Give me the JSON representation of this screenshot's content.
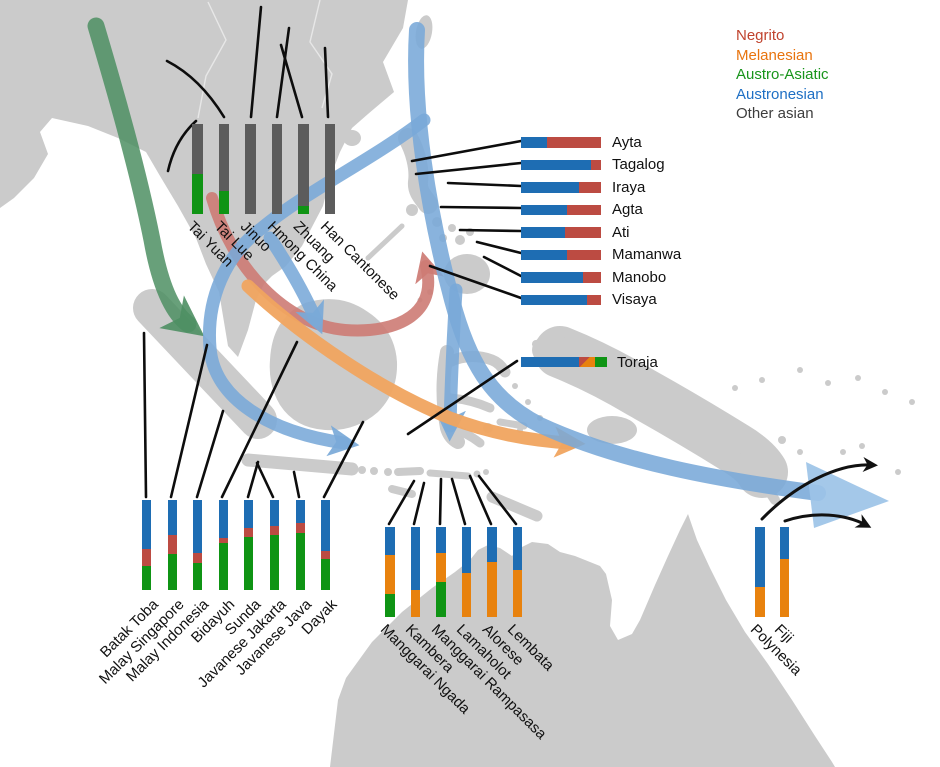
{
  "legend": {
    "items": [
      {
        "label": "Negrito",
        "color": "#c0432e"
      },
      {
        "label": "Melanesian",
        "color": "#e8740e"
      },
      {
        "label": "Austro-Asiatic",
        "color": "#18941b"
      },
      {
        "label": "Austronesian",
        "color": "#1e6fc4"
      },
      {
        "label": "Other asian",
        "color": "#3d3d3d"
      }
    ]
  },
  "palette": {
    "negrito": "#bc4b42",
    "melanesian": "#e8820e",
    "austroasiatic": "#0f9414",
    "austronesian": "#1e6db3",
    "other": "#5c5c5c"
  },
  "arrows": {
    "austroasiatic_expansion": "green migration arrow (mainland SE Asia to Sumatra)",
    "austronesian_expansion": "blue migration arrows (Taiwan through Philippines / Indonesia to Pacific)",
    "negrito_flow": "red migration arrow (toward Philippines)",
    "melanesian_flow": "orange migration arrow (toward New Guinea)",
    "onward_pacific": "black arrows (Fiji / Polynesia onward)"
  },
  "groups": {
    "china": {
      "bars": [
        {
          "name": "Tai Yuan",
          "segments": [
            [
              "other",
              55
            ],
            [
              "austroasiatic",
              45
            ]
          ]
        },
        {
          "name": "Tai Lue",
          "segments": [
            [
              "other",
              74
            ],
            [
              "austroasiatic",
              26
            ]
          ]
        },
        {
          "name": "Jinuo",
          "segments": [
            [
              "other",
              100
            ]
          ]
        },
        {
          "name": "Hmong China",
          "segments": [
            [
              "other",
              100
            ]
          ]
        },
        {
          "name": "Zhuang",
          "segments": [
            [
              "other",
              91
            ],
            [
              "austroasiatic",
              9
            ]
          ]
        },
        {
          "name": "Han Cantonese",
          "segments": [
            [
              "other",
              100
            ]
          ]
        }
      ]
    },
    "philippines": {
      "bars": [
        {
          "name": "Ayta",
          "segments": [
            [
              "austronesian",
              33
            ],
            [
              "negrito",
              67
            ]
          ]
        },
        {
          "name": "Tagalog",
          "segments": [
            [
              "austronesian",
              88
            ],
            [
              "negrito",
              12
            ]
          ]
        },
        {
          "name": "Iraya",
          "segments": [
            [
              "austronesian",
              73
            ],
            [
              "negrito",
              27
            ]
          ]
        },
        {
          "name": "Agta",
          "segments": [
            [
              "austronesian",
              57
            ],
            [
              "negrito",
              43
            ]
          ]
        },
        {
          "name": "Ati",
          "segments": [
            [
              "austronesian",
              55
            ],
            [
              "negrito",
              45
            ]
          ]
        },
        {
          "name": "Mamanwa",
          "segments": [
            [
              "austronesian",
              57
            ],
            [
              "negrito",
              43
            ]
          ]
        },
        {
          "name": "Manobo",
          "segments": [
            [
              "austronesian",
              78
            ],
            [
              "negrito",
              22
            ]
          ]
        },
        {
          "name": "Visaya",
          "segments": [
            [
              "austronesian",
              82
            ],
            [
              "negrito",
              18
            ]
          ]
        }
      ]
    },
    "toraja": {
      "bars": [
        {
          "name": "Toraja",
          "segments": [
            [
              "austronesian",
              68
            ],
            [
              "negrito+melanesian",
              18
            ],
            [
              "austroasiatic",
              14
            ]
          ]
        }
      ]
    },
    "indonesia": {
      "bars": [
        {
          "name": "Batak Toba",
          "segments": [
            [
              "austronesian",
              54
            ],
            [
              "negrito",
              19
            ],
            [
              "austroasiatic",
              27
            ]
          ]
        },
        {
          "name": "Malay Singapore",
          "segments": [
            [
              "austronesian",
              39
            ],
            [
              "negrito",
              21
            ],
            [
              "austroasiatic",
              40
            ]
          ]
        },
        {
          "name": "Malay Indonesia",
          "segments": [
            [
              "austronesian",
              59
            ],
            [
              "negrito",
              11
            ],
            [
              "austroasiatic",
              30
            ]
          ]
        },
        {
          "name": "Bidayuh",
          "segments": [
            [
              "austronesian",
              42
            ],
            [
              "negrito",
              6
            ],
            [
              "austroasiatic",
              52
            ]
          ]
        },
        {
          "name": "Sunda",
          "segments": [
            [
              "austronesian",
              31
            ],
            [
              "negrito",
              10
            ],
            [
              "austroasiatic",
              59
            ]
          ]
        },
        {
          "name": "Javanese Jakarta",
          "segments": [
            [
              "austronesian",
              29
            ],
            [
              "negrito",
              10
            ],
            [
              "austroasiatic",
              61
            ]
          ]
        },
        {
          "name": "Javanese Java",
          "segments": [
            [
              "austronesian",
              26
            ],
            [
              "negrito",
              11
            ],
            [
              "austroasiatic",
              63
            ]
          ]
        },
        {
          "name": "Dayak",
          "segments": [
            [
              "austronesian",
              57
            ],
            [
              "negrito",
              9
            ],
            [
              "austroasiatic",
              34
            ]
          ]
        }
      ]
    },
    "sunda": {
      "bars": [
        {
          "name": "Manggarai Ngada",
          "segments": [
            [
              "austronesian",
              31
            ],
            [
              "melanesian",
              44
            ],
            [
              "austroasiatic",
              25
            ]
          ]
        },
        {
          "name": "Kambera",
          "segments": [
            [
              "austronesian",
              70
            ],
            [
              "melanesian",
              30
            ]
          ]
        },
        {
          "name": "Manggarai Rampasasa",
          "segments": [
            [
              "austronesian",
              29
            ],
            [
              "melanesian",
              32
            ],
            [
              "austroasiatic",
              39
            ]
          ]
        },
        {
          "name": "Lamaholot",
          "segments": [
            [
              "austronesian",
              51
            ],
            [
              "melanesian",
              49
            ]
          ]
        },
        {
          "name": "Alorese",
          "segments": [
            [
              "austronesian",
              39
            ],
            [
              "melanesian",
              61
            ]
          ]
        },
        {
          "name": "Lembata",
          "segments": [
            [
              "austronesian",
              48
            ],
            [
              "melanesian",
              52
            ]
          ]
        }
      ]
    },
    "pacific": {
      "bars": [
        {
          "name": "Polynesia",
          "segments": [
            [
              "austronesian",
              67
            ],
            [
              "melanesian",
              33
            ]
          ]
        },
        {
          "name": "Fiji",
          "segments": [
            [
              "austronesian",
              35
            ],
            [
              "melanesian",
              65
            ]
          ]
        }
      ]
    }
  }
}
